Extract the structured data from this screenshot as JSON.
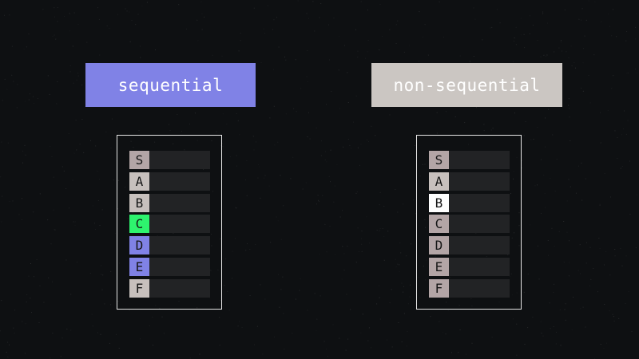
{
  "panels": [
    {
      "title": "sequential",
      "title_bg": "#8082e6",
      "title_fg": "#ffffff",
      "slots": [
        {
          "label": "S",
          "color": "#b3a5a6"
        },
        {
          "label": "A",
          "color": "#c7c0bd"
        },
        {
          "label": "B",
          "color": "#c7c0bd"
        },
        {
          "label": "C",
          "color": "#2ef46e"
        },
        {
          "label": "D",
          "color": "#8082e6"
        },
        {
          "label": "E",
          "color": "#8082e6"
        },
        {
          "label": "F",
          "color": "#c7c0bd"
        }
      ]
    },
    {
      "title": "non-sequential",
      "title_bg": "#cbc6c2",
      "title_fg": "#ffffff",
      "slots": [
        {
          "label": "S",
          "color": "#b3a5a6"
        },
        {
          "label": "A",
          "color": "#c7c0bd"
        },
        {
          "label": "B",
          "color": "#ffffff"
        },
        {
          "label": "C",
          "color": "#b3a5a6"
        },
        {
          "label": "D",
          "color": "#b3a5a6"
        },
        {
          "label": "E",
          "color": "#b3a5a6"
        },
        {
          "label": "F",
          "color": "#b3a5a6"
        }
      ]
    }
  ]
}
